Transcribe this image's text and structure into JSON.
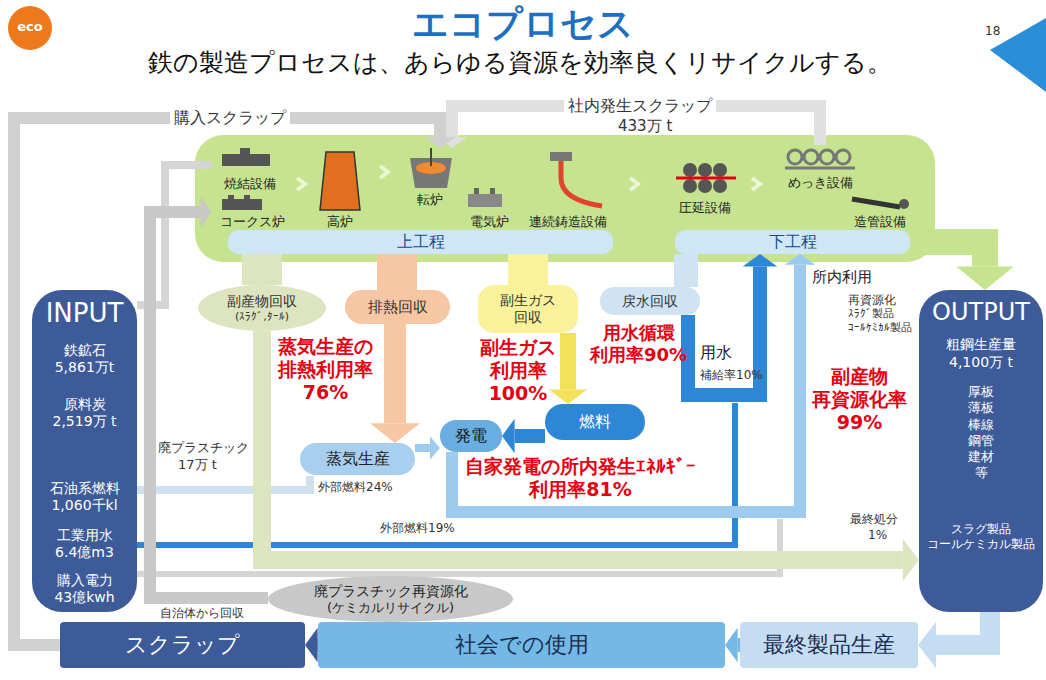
{
  "diagram": {
    "title": "エコプロセス",
    "nodes": [
      {
        "text": [
          "上工程"
        ]
      },
      {
        "text": [
          "下工程"
        ]
      },
      {
        "text": [
          "焼結設備"
        ]
      },
      {
        "text": [
          "コークス炉"
        ]
      },
      {
        "text": [
          "高炉"
        ]
      },
      {
        "text": [
          "転炉"
        ]
      },
      {
        "text": [
          "電気炉"
        ]
      },
      {
        "text": [
          "連続鋳造設備"
        ]
      },
      {
        "text": [
          "圧延設備"
        ]
      },
      {
        "text": [
          "めっき設備"
        ]
      },
      {
        "text": [
          "造管設備"
        ]
      },
      {
        "text": [
          "INPUT",
          "鉄鉱石",
          "5,861万t",
          "原料炭",
          "2,519万 t",
          "石油系燃料",
          "1,060千kl",
          "工業用水",
          "6.4億m3",
          "購入電力",
          "43億kwh"
        ]
      },
      {
        "text": [
          "OUTPUT",
          "粗鋼生産量",
          "4,100万 t",
          "厚板 薄板 棒線 鋼管 建材 等",
          "スラグ製品 コールケミカル製品"
        ]
      },
      {
        "text": [
          "副産物回収",
          "(ｽﾗｸﾞ,ﾀｰﾙ)"
        ]
      },
      {
        "text": [
          "排熱回収"
        ]
      },
      {
        "text": [
          "副生ガス 回収"
        ]
      },
      {
        "text": [
          "戻水回収"
        ]
      },
      {
        "text": [
          "蒸気生産"
        ]
      },
      {
        "text": [
          "発電"
        ]
      },
      {
        "text": [
          "燃料"
        ]
      },
      {
        "text": [
          "廃プラスチック再資源化",
          "(ケミカルリサイクル)"
        ]
      },
      {
        "text": [
          "スクラップ"
        ]
      },
      {
        "text": [
          "社会での使用"
        ]
      },
      {
        "text": [
          "最終製品生産"
        ]
      }
    ],
    "edges": [
      {
        "from": 1,
        "to": 12,
        "arrow": "to"
      },
      {
        "from": 0,
        "to": 13,
        "arrow": "none"
      },
      {
        "from": 0,
        "to": 14,
        "arrow": "none"
      },
      {
        "from": 0,
        "to": 15,
        "arrow": "none"
      },
      {
        "from": 1,
        "to": 16,
        "arrow": "none"
      },
      {
        "from": 14,
        "to": 17,
        "arrow": "to"
      },
      {
        "from": 15,
        "to": 19,
        "arrow": "to"
      },
      {
        "from": 19,
        "to": 18,
        "arrow": "to"
      },
      {
        "from": 17,
        "to": 18,
        "arrow": "to"
      },
      {
        "from": 16,
        "to": 1,
        "arrow": "to"
      },
      {
        "from": 18,
        "to": 1,
        "arrow": "to"
      },
      {
        "from": 13,
        "to": 12,
        "arrow": "to"
      },
      {
        "from": 12,
        "to": 23,
        "arrow": "to"
      },
      {
        "from": 23,
        "to": 22,
        "arrow": "to"
      },
      {
        "from": 22,
        "to": 21,
        "arrow": "to"
      },
      {
        "from": 21,
        "to": 5,
        "arrow": "to",
        "label": "購入スクラップ"
      },
      {
        "from": 9,
        "to": 5,
        "arrow": "to",
        "label": "社内発生スクラップ"
      },
      {
        "from": 20,
        "to": 3,
        "arrow": "to"
      }
    ],
    "labels": [
      "鉄の製造プロセスは、あらゆる資源を効率良くリサイクルする。",
      "18",
      "eco",
      "433万 t",
      "廃プラスチック",
      "17万 t",
      "自治体から回収",
      "外部燃料24%",
      "外部燃料19%",
      "用水",
      "補給率10%",
      "所内利用",
      "再資源化",
      "ｽﾗｸﾞ製品",
      "ｺｰﾙｹﾐｶﾙ製品",
      "最終処分",
      "1%",
      "蒸気生産の 排熱利用率 76%",
      "副生ガス 利用率 100%",
      "用水循環 利用率90%",
      "副産物 再資源化率 99%",
      "自家発電の所内発生ｴﾈﾙｷﾞｰ 利用率81%"
    ]
  }
}
